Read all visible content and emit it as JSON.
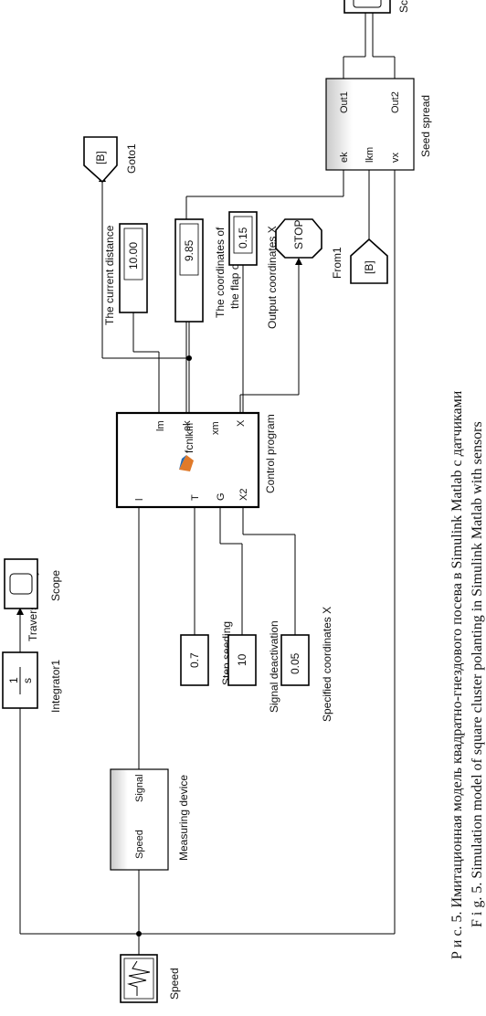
{
  "blocks": {
    "speed": {
      "label": "Speed"
    },
    "measuring_device": {
      "label": "Measuring device",
      "in_port": "Speed",
      "out_port": "Signal"
    },
    "integrator": {
      "label": "Integrator1",
      "num": "1",
      "den": "s"
    },
    "traversed_way": "Traversed way",
    "scope": {
      "label": "Scope"
    },
    "step_seeding": {
      "label": "Step seeding",
      "value": "0.7"
    },
    "signal_deactivation": {
      "label": "Signal deactivation",
      "value": "10"
    },
    "specified_x": {
      "label": "Specified coordinates X",
      "value": "0.05"
    },
    "control_program": {
      "label": "Control program",
      "fn": "fcn",
      "in_ports": [
        "l",
        "T",
        "G",
        "X2"
      ],
      "out_ports": [
        "lm",
        "lkm",
        "ek",
        "xm",
        "X"
      ]
    },
    "current_distance": {
      "label": "The current distance",
      "value": "10.00"
    },
    "flap_opening": {
      "label_line1": "The coordinates of",
      "label_line2": "the flap opening",
      "value": "9.85"
    },
    "output_x": {
      "label": "Output coordinates X",
      "value": "0.15"
    },
    "stop": {
      "label": "STOP"
    },
    "goto": {
      "label": "Goto1",
      "tag": "[B]"
    },
    "from": {
      "label": "From1",
      "tag": "[B]"
    },
    "seed_spread": {
      "label": "Seed spread",
      "in_ports": [
        "ek",
        "lkm",
        "vx"
      ],
      "out_ports": [
        "Out1",
        "Out2"
      ]
    },
    "scope_right": {
      "label": "Sc"
    }
  },
  "caption": {
    "ru": "Р и с. 5. Имитационная модель квадратно-гнездового посева в Simulink Matlab с датчиками",
    "en": "F i g. 5. Simulation model of square cluster polanting in Simulink Matlab with sensors"
  }
}
